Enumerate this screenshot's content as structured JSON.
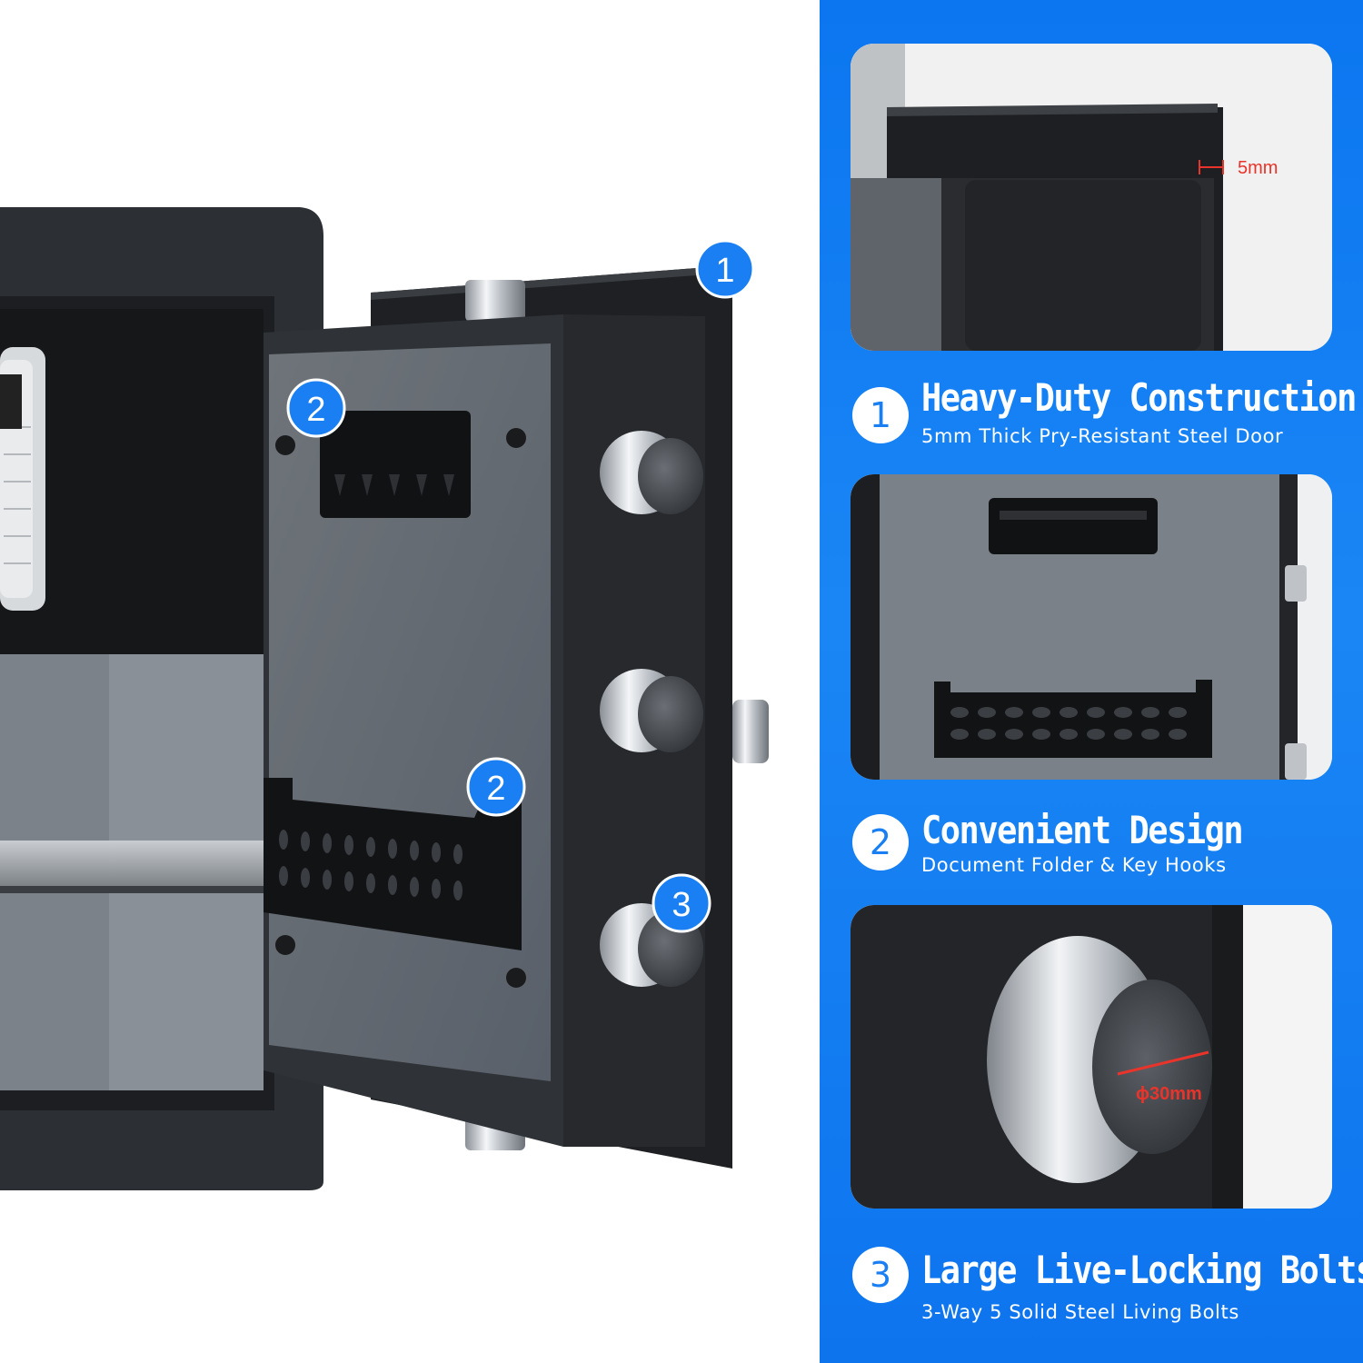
{
  "callouts": [
    "1",
    "2",
    "2",
    "3"
  ],
  "annotations": {
    "thickness": "5mm",
    "bolt_diameter": "ϕ30mm"
  },
  "features": [
    {
      "number": "1",
      "title": "Heavy-Duty Construction",
      "subtitle": "5mm Thick Pry-Resistant Steel Door"
    },
    {
      "number": "2",
      "title": "Convenient Design",
      "subtitle": "Document Folder & Key Hooks"
    },
    {
      "number": "3",
      "title": "Large Live-Locking Bolts",
      "subtitle": "3-Way 5 Solid Steel Living Bolts"
    }
  ],
  "colors": {
    "panel_blue": "#0b76f0",
    "callout_blue": "#1a7ff2",
    "annotation_red": "#e8342a"
  }
}
